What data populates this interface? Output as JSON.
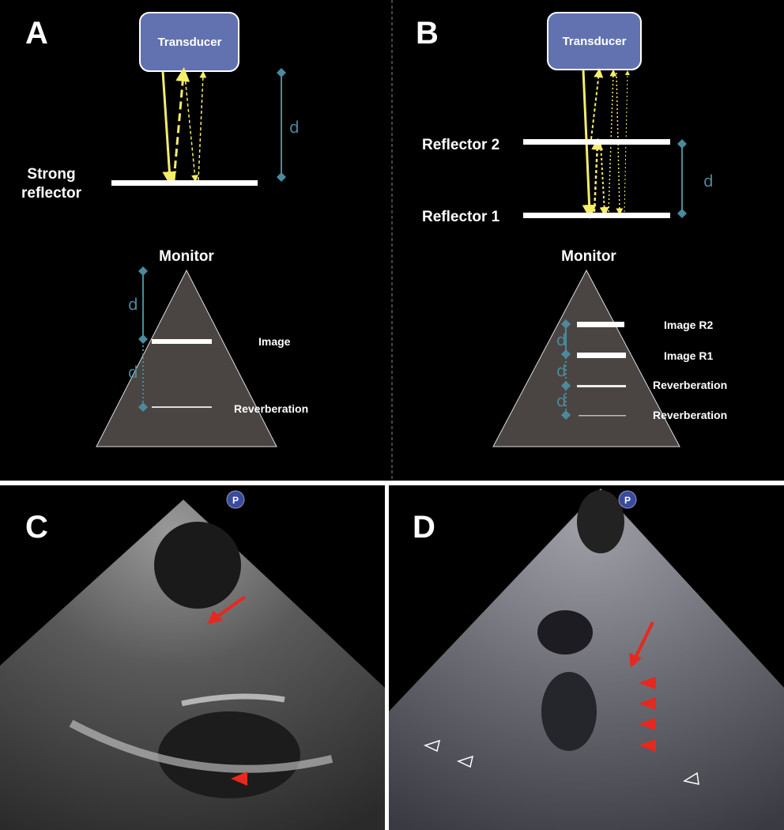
{
  "panels": {
    "a": {
      "letter": "A",
      "transducer": "Transducer",
      "reflector_line1": "Strong",
      "reflector_line2": "reflector",
      "distance": "d",
      "monitor": "Monitor",
      "image": "Image",
      "reverberation": "Reverberation"
    },
    "b": {
      "letter": "B",
      "transducer": "Transducer",
      "reflector2": "Reflector 2",
      "reflector1": "Reflector 1",
      "distance": "d",
      "monitor": "Monitor",
      "image_r2": "Image R2",
      "image_r1": "Image R1",
      "reverberation1": "Reverberation",
      "reverberation2": "Reverberation"
    },
    "c": {
      "letter": "C",
      "marker": "P"
    },
    "d": {
      "letter": "D",
      "marker": "P"
    }
  },
  "colors": {
    "transducer_fill": "#6272b0",
    "beam": "#f5ec6a",
    "distance": "#4a8a9c",
    "monitor": "#4a4542",
    "arrow": "#e8281e"
  }
}
